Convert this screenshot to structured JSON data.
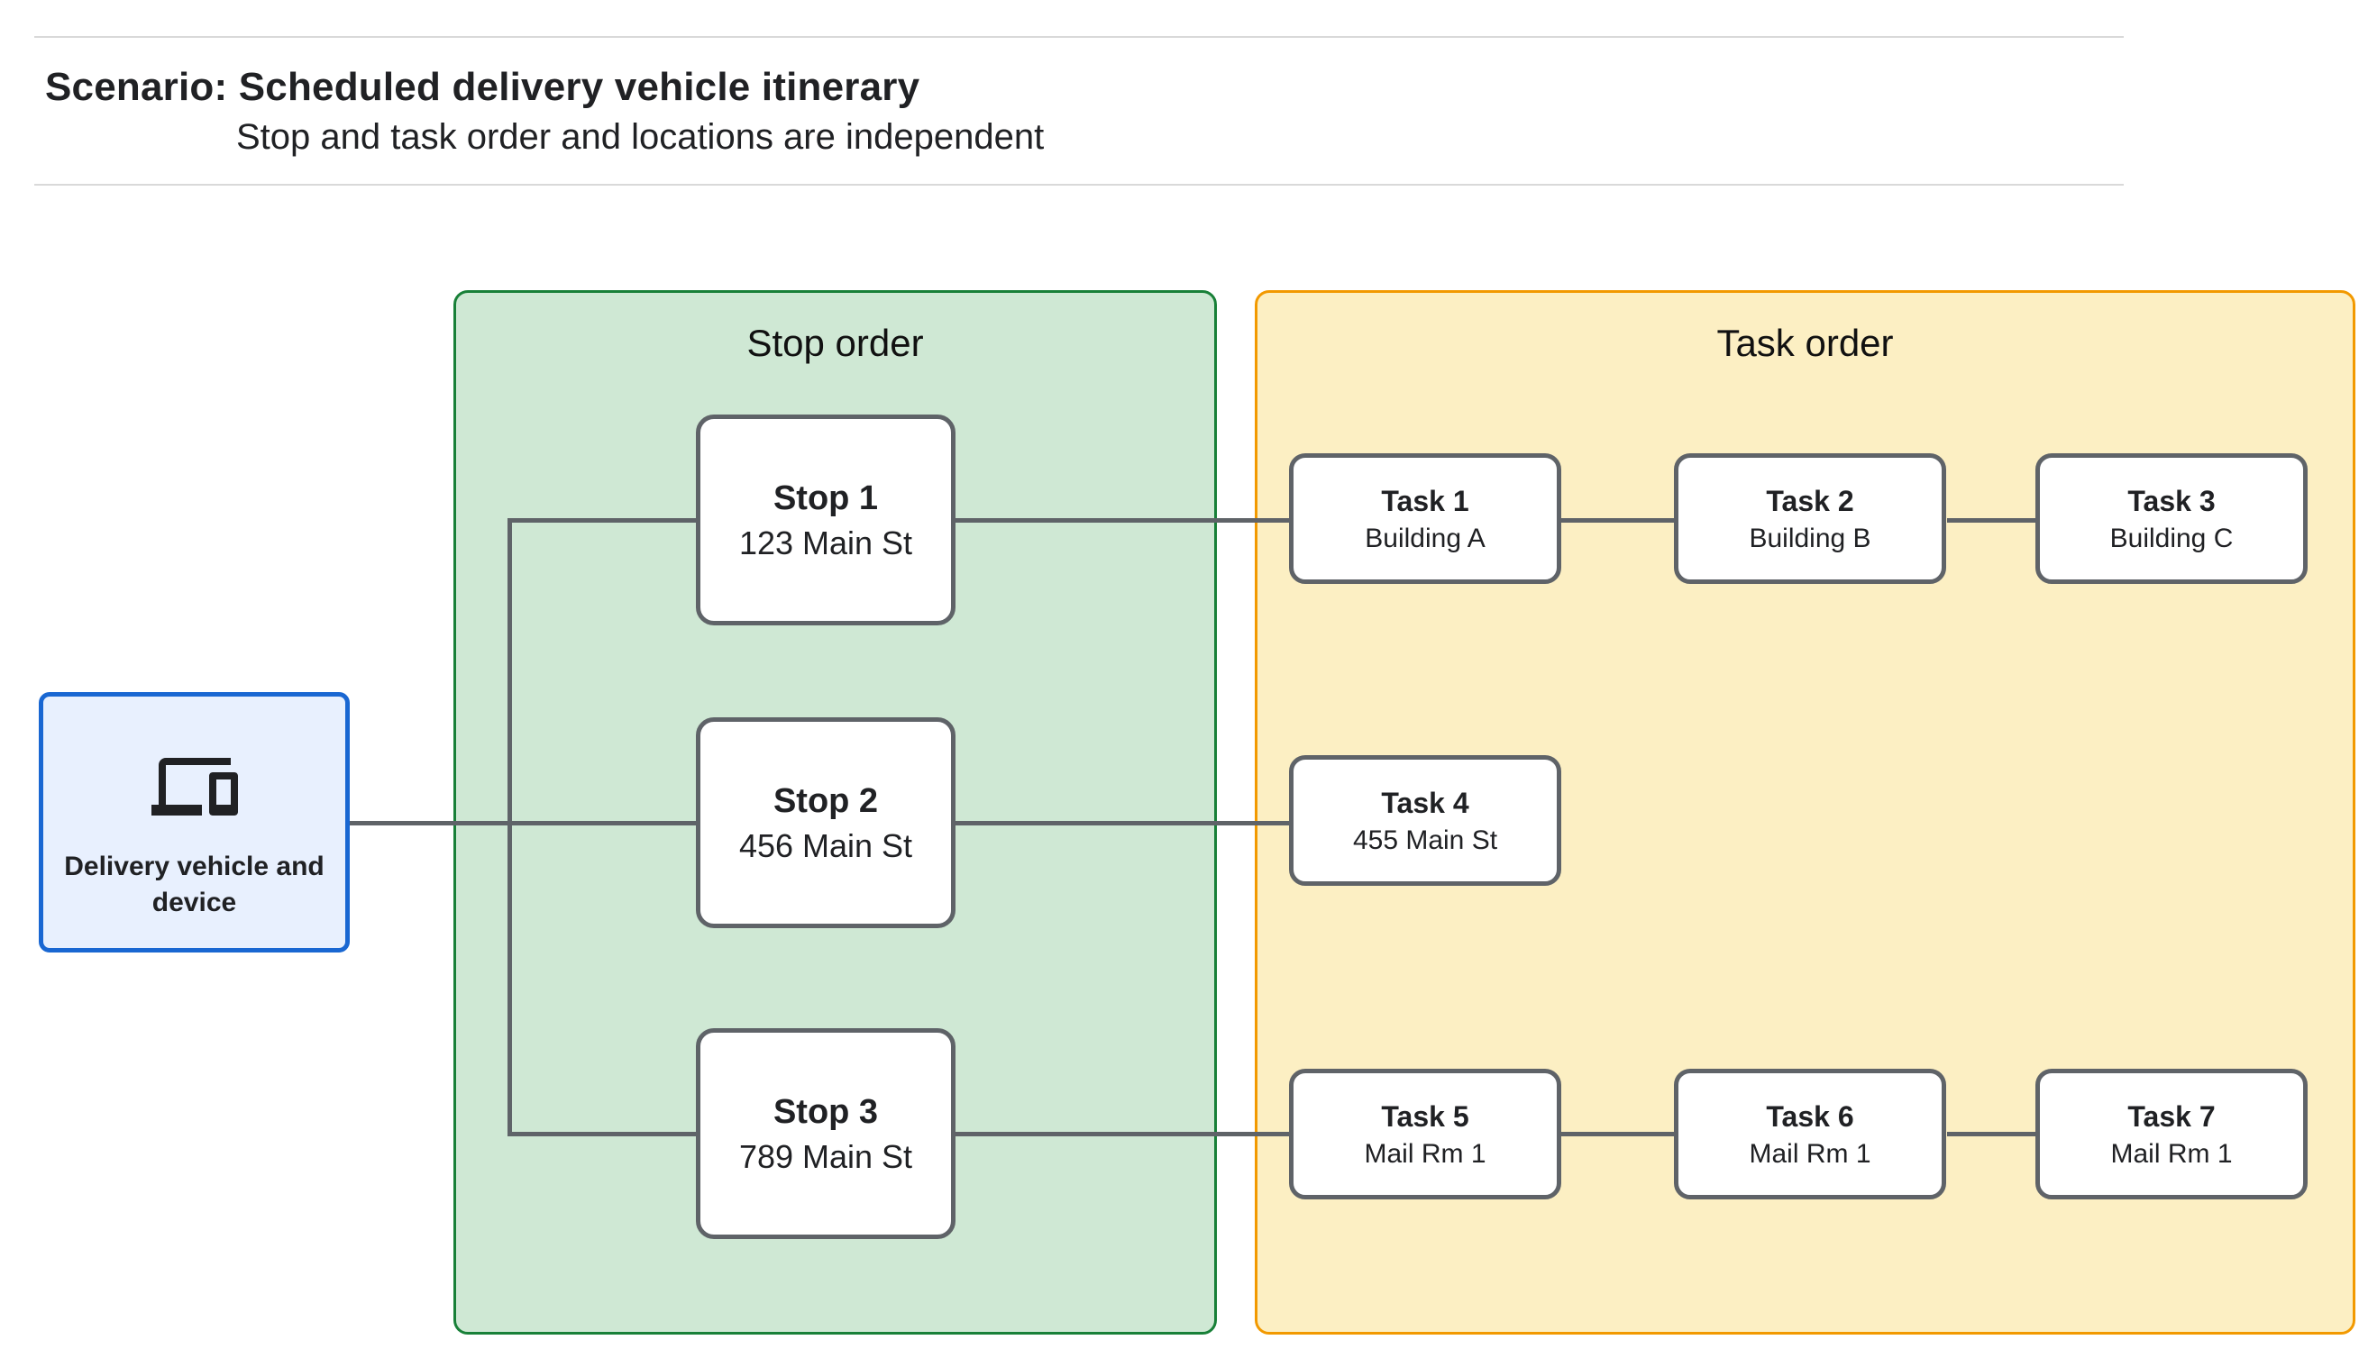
{
  "header": {
    "title": "Scenario: Scheduled delivery vehicle itinerary",
    "subtitle": "Stop and task order and locations are independent"
  },
  "source_node": {
    "icon": "devices-icon",
    "label": "Delivery vehicle and device"
  },
  "stop_panel": {
    "title": "Stop order",
    "stops": [
      {
        "title": "Stop 1",
        "subtitle": "123 Main St"
      },
      {
        "title": "Stop 2",
        "subtitle": "456 Main St"
      },
      {
        "title": "Stop 3",
        "subtitle": "789 Main St"
      }
    ]
  },
  "task_panel": {
    "title": "Task order",
    "tasks": [
      {
        "title": "Task 1",
        "subtitle": "Building A"
      },
      {
        "title": "Task 2",
        "subtitle": "Building B"
      },
      {
        "title": "Task 3",
        "subtitle": "Building C"
      },
      {
        "title": "Task 4",
        "subtitle": "455 Main St"
      },
      {
        "title": "Task 5",
        "subtitle": "Mail Rm 1"
      },
      {
        "title": "Task 6",
        "subtitle": "Mail Rm 1"
      },
      {
        "title": "Task 7",
        "subtitle": "Mail Rm 1"
      }
    ]
  },
  "colors": {
    "stop_panel_fill": "#cfe8d4",
    "stop_panel_border": "#188038",
    "task_panel_fill": "#fcefc3",
    "task_panel_border": "#f29900",
    "source_fill": "#e8f0fe",
    "source_border": "#1967d2",
    "node_border": "#5f6368",
    "connector": "#5f6368",
    "divider": "#d9d9d9",
    "text": "#202124"
  }
}
